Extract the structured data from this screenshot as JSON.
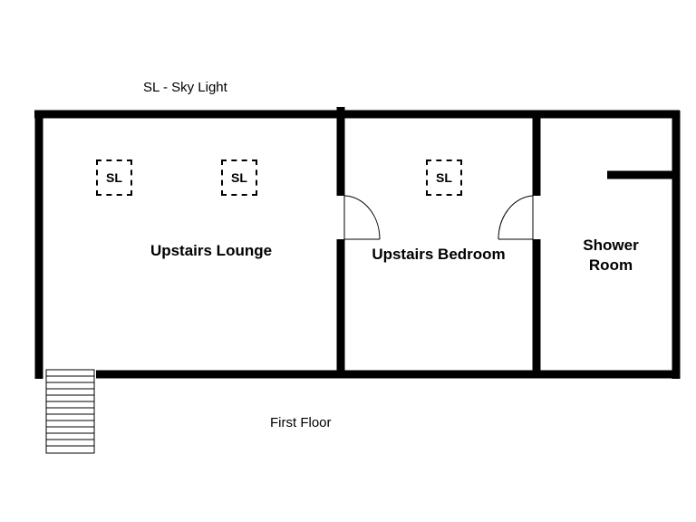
{
  "legend": "SL - Sky Light",
  "caption": "First Floor",
  "rooms": {
    "lounge": "Upstairs Lounge",
    "bedroom": "Upstairs Bedroom",
    "shower": "Shower Room"
  },
  "skylight_label": "SL",
  "colors": {
    "wall": "#000000",
    "background": "#ffffff"
  }
}
